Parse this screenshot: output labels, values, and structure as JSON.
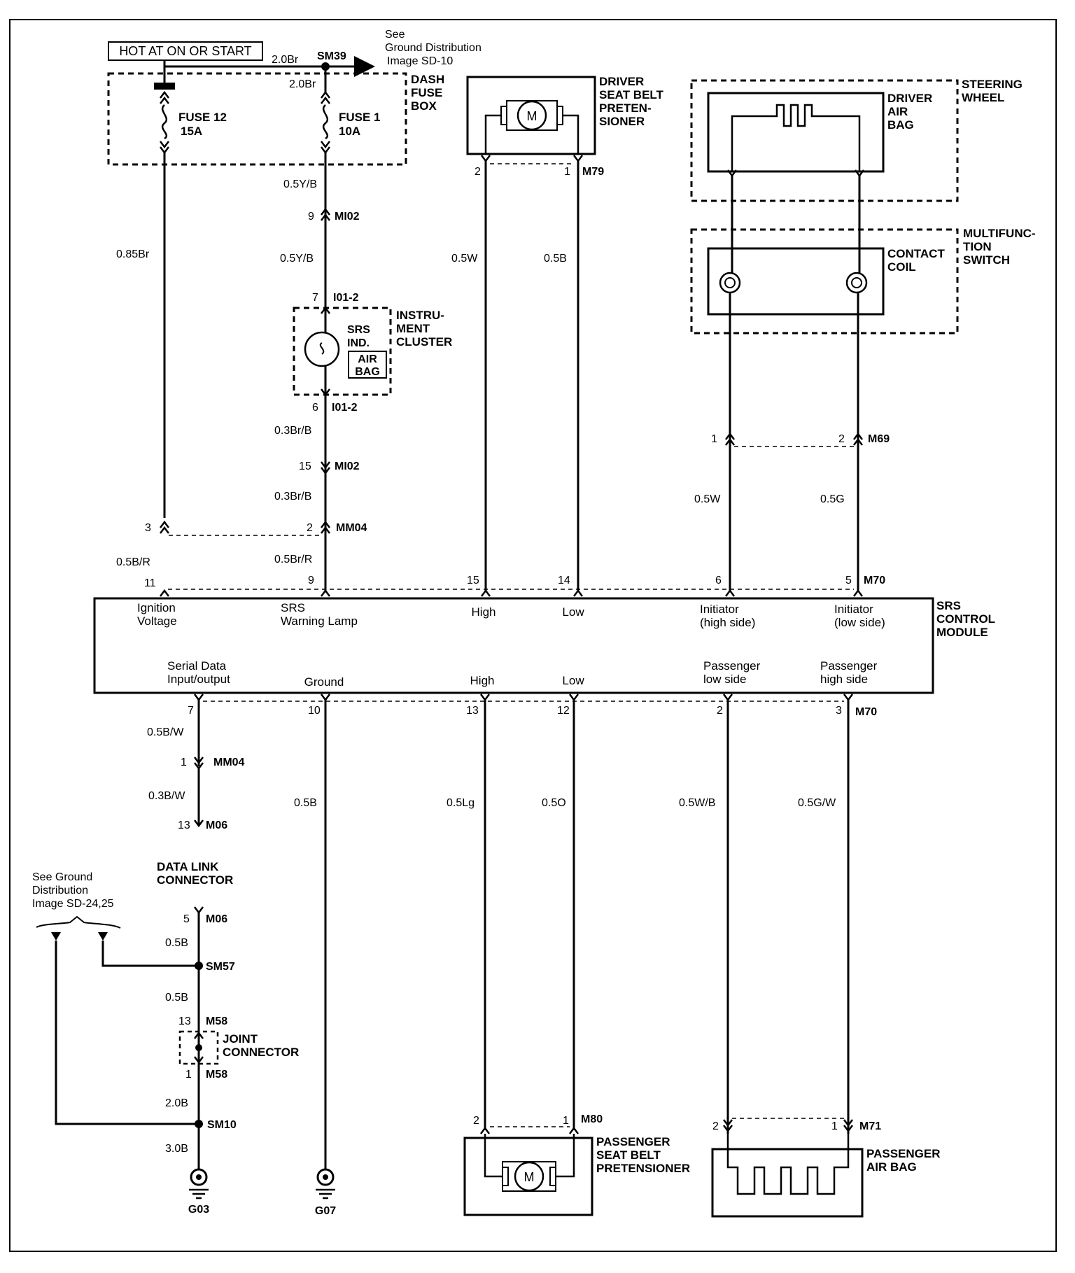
{
  "header": {
    "hot_label": "HOT AT ON OR START",
    "sm39_wire": "2.0Br",
    "sm39": "SM39",
    "see_line1": "See",
    "see_line2": "Ground Distribution",
    "see_line3": "Image SD-10"
  },
  "fuse_box": {
    "name_line1": "DASH",
    "name_line2": "FUSE",
    "name_line3": "BOX",
    "fuse12_name": "FUSE 12",
    "fuse12_rating": "15A",
    "fuse1_name": "FUSE 1",
    "fuse1_rating": "10A",
    "fuse1_wire_in": "2.0Br"
  },
  "left_wiring": {
    "wire_085br": "0.85Br",
    "wire_05yb_a": "0.5Y/B",
    "mi02_pin9": "9",
    "mi02": "MI02",
    "wire_05yb_b": "0.5Y/B",
    "i012_pin7": "7",
    "i012_top": "I01-2",
    "cluster_line1": "INSTRU-",
    "cluster_line2": "MENT",
    "cluster_line3": "CLUSTER",
    "srs_line1": "SRS",
    "srs_line2": "IND.",
    "airbag_line1": "AIR",
    "airbag_line2": "BAG",
    "i012_pin6": "6",
    "i012_bottom": "I01-2",
    "wire_03brb_a": "0.3Br/B",
    "mi02_pin15": "15",
    "mi02_b": "MI02",
    "wire_03brb_b": "0.3Br/B",
    "mm04_pin3": "3",
    "mm04_pin2": "2",
    "mm04": "MM04",
    "wire_05br": "0.5B/R",
    "wire_05brr": "0.5Br/R"
  },
  "driver_pretensioner": {
    "line1": "DRIVER",
    "line2": "SEAT BELT",
    "line3": "PRETEN-",
    "line4": "SIONER",
    "motor": "M",
    "pin2": "2",
    "pin1": "1",
    "connector": "M79",
    "wire_w": "0.5W",
    "wire_b": "0.5B"
  },
  "steering": {
    "wheel_line1": "STEERING",
    "wheel_line2": "WHEEL",
    "bag_line1": "DRIVER",
    "bag_line2": "AIR",
    "bag_line3": "BAG",
    "mf_line1": "MULTIFUNC-",
    "mf_line2": "TION",
    "mf_line3": "SWITCH",
    "coil_line1": "CONTACT",
    "coil_line2": "COIL",
    "m69_pin1": "1",
    "m69_pin2": "2",
    "m69": "M69",
    "wire_w": "0.5W",
    "wire_g": "0.5G"
  },
  "module": {
    "name_line1": "SRS",
    "name_line2": "CONTROL",
    "name_line3": "MODULE",
    "top_pins": [
      "11",
      "9",
      "15",
      "14",
      "6",
      "5"
    ],
    "top_conn": "M70",
    "ign_line1": "Ignition",
    "ign_line2": "Voltage",
    "srs_line1": "SRS",
    "srs_line2": "Warning Lamp",
    "high_top": "High",
    "low_top": "Low",
    "init_hi_line1": "Initiator",
    "init_hi_line2": "(high side)",
    "init_lo_line1": "Initiator",
    "init_lo_line2": "(low side)",
    "serial_line1": "Serial Data",
    "serial_line2": "Input/output",
    "ground": "Ground",
    "high_bot": "High",
    "low_bot": "Low",
    "pass_low_line1": "Passenger",
    "pass_low_line2": "low side",
    "pass_high_line1": "Passenger",
    "pass_high_line2": "high side",
    "bottom_pins": [
      "7",
      "10",
      "13",
      "12",
      "2",
      "3"
    ],
    "bottom_conn": "M70"
  },
  "lower_left": {
    "wire_05bw": "0.5B/W",
    "mm04_pin1": "1",
    "mm04": "MM04",
    "wire_03bw": "0.3B/W",
    "m06_pin13": "13",
    "m06": "M06",
    "dlc_line1": "DATA LINK",
    "dlc_line2": "CONNECTOR",
    "m06_pin5": "5",
    "m06_b": "M06",
    "wire_05b_a": "0.5B",
    "sm57": "SM57",
    "wire_05b_b": "0.5B",
    "m58_pin13": "13",
    "m58": "M58",
    "joint_line1": "JOINT",
    "joint_line2": "CONNECTOR",
    "m58_pin1": "1",
    "m58_b": "M58",
    "wire_20b": "2.0B",
    "sm10": "SM10",
    "wire_30b": "3.0B",
    "g03": "G03",
    "see_line1": "See Ground",
    "see_line2": "Distribution",
    "see_line3": "Image SD-24,25",
    "wire_05b_ground": "0.5B",
    "g07": "G07"
  },
  "passenger_pretensioner": {
    "wire_lg": "0.5Lg",
    "wire_o": "0.5O",
    "pin2": "2",
    "pin1": "1",
    "connector": "M80",
    "line1": "PASSENGER",
    "line2": "SEAT BELT",
    "line3": "PRETENSIONER",
    "motor": "M"
  },
  "passenger_airbag": {
    "wire_wb": "0.5W/B",
    "wire_gw": "0.5G/W",
    "pin2": "2",
    "pin1": "1",
    "connector": "M71",
    "line1": "PASSENGER",
    "line2": "AIR BAG"
  }
}
